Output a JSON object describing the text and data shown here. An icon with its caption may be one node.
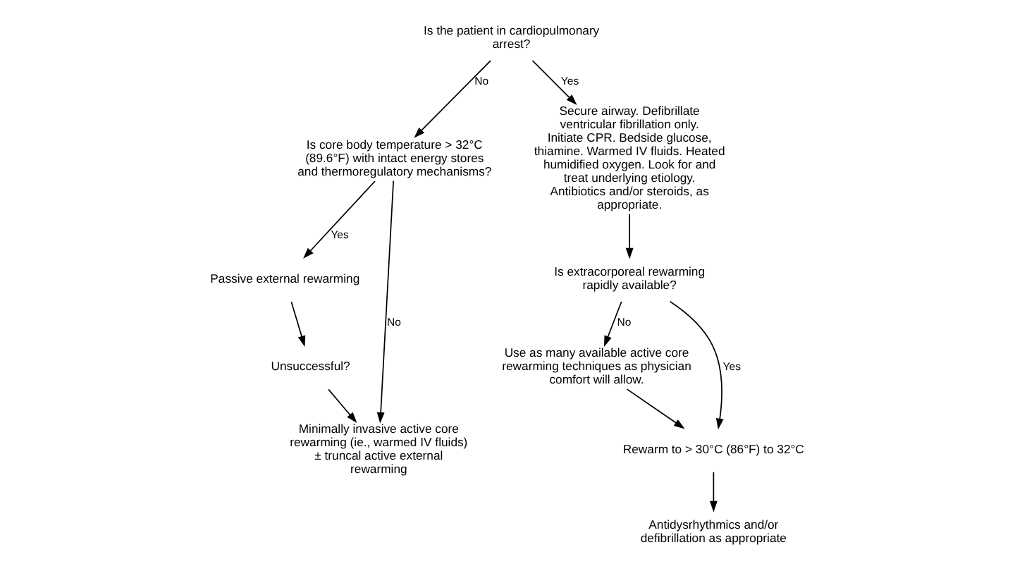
{
  "diagram": {
    "nodes": [
      {
        "text": [
          "Is the patient in cardiopulmonary arrest?"
        ]
      },
      {
        "text": [
          "Is core body temperature > 32°C (89.6°F) with intact energy stores and thermoregulatory mechanisms?"
        ]
      },
      {
        "text": [
          "Secure airway. Defibrillate ventricular fibrillation only. Initiate CPR. Bedside glucose, thiamine. Warmed IV fluids. Heated humidified oxygen. Look for and treat underlying etiology. Antibiotics and/or steroids, as appropriate."
        ]
      },
      {
        "text": [
          "Passive external rewarming"
        ]
      },
      {
        "text": [
          "Unsuccessful?"
        ]
      },
      {
        "text": [
          "Minimally invasive active core rewarming (ie., warmed IV fluids) ± truncal active external rewarming"
        ]
      },
      {
        "text": [
          "Is extracorporeal rewarming rapidly available?"
        ]
      },
      {
        "text": [
          "Use as many available active core rewarming techniques as physician comfort will allow."
        ]
      },
      {
        "text": [
          "Rewarm to > 30°C (86°F) to 32°C"
        ]
      },
      {
        "text": [
          "Antidysrhythmics and/or defibrillation as appropriate"
        ]
      }
    ],
    "edges": [
      {
        "from": 0,
        "to": 1,
        "arrow": "to",
        "label": "No"
      },
      {
        "from": 0,
        "to": 2,
        "arrow": "to",
        "label": "Yes"
      },
      {
        "from": 1,
        "to": 5,
        "arrow": "to",
        "label": "No"
      },
      {
        "from": 1,
        "to": 3,
        "arrow": "to",
        "label": "Yes"
      },
      {
        "from": 3,
        "to": 4,
        "arrow": "to"
      },
      {
        "from": 4,
        "to": 5,
        "arrow": "to"
      },
      {
        "from": 2,
        "to": 6,
        "arrow": "to"
      },
      {
        "from": 6,
        "to": 7,
        "arrow": "to",
        "label": "No"
      },
      {
        "from": 6,
        "to": 8,
        "arrow": "to",
        "label": "Yes"
      },
      {
        "from": 7,
        "to": 8,
        "arrow": "to"
      },
      {
        "from": 8,
        "to": 9,
        "arrow": "to"
      }
    ]
  }
}
